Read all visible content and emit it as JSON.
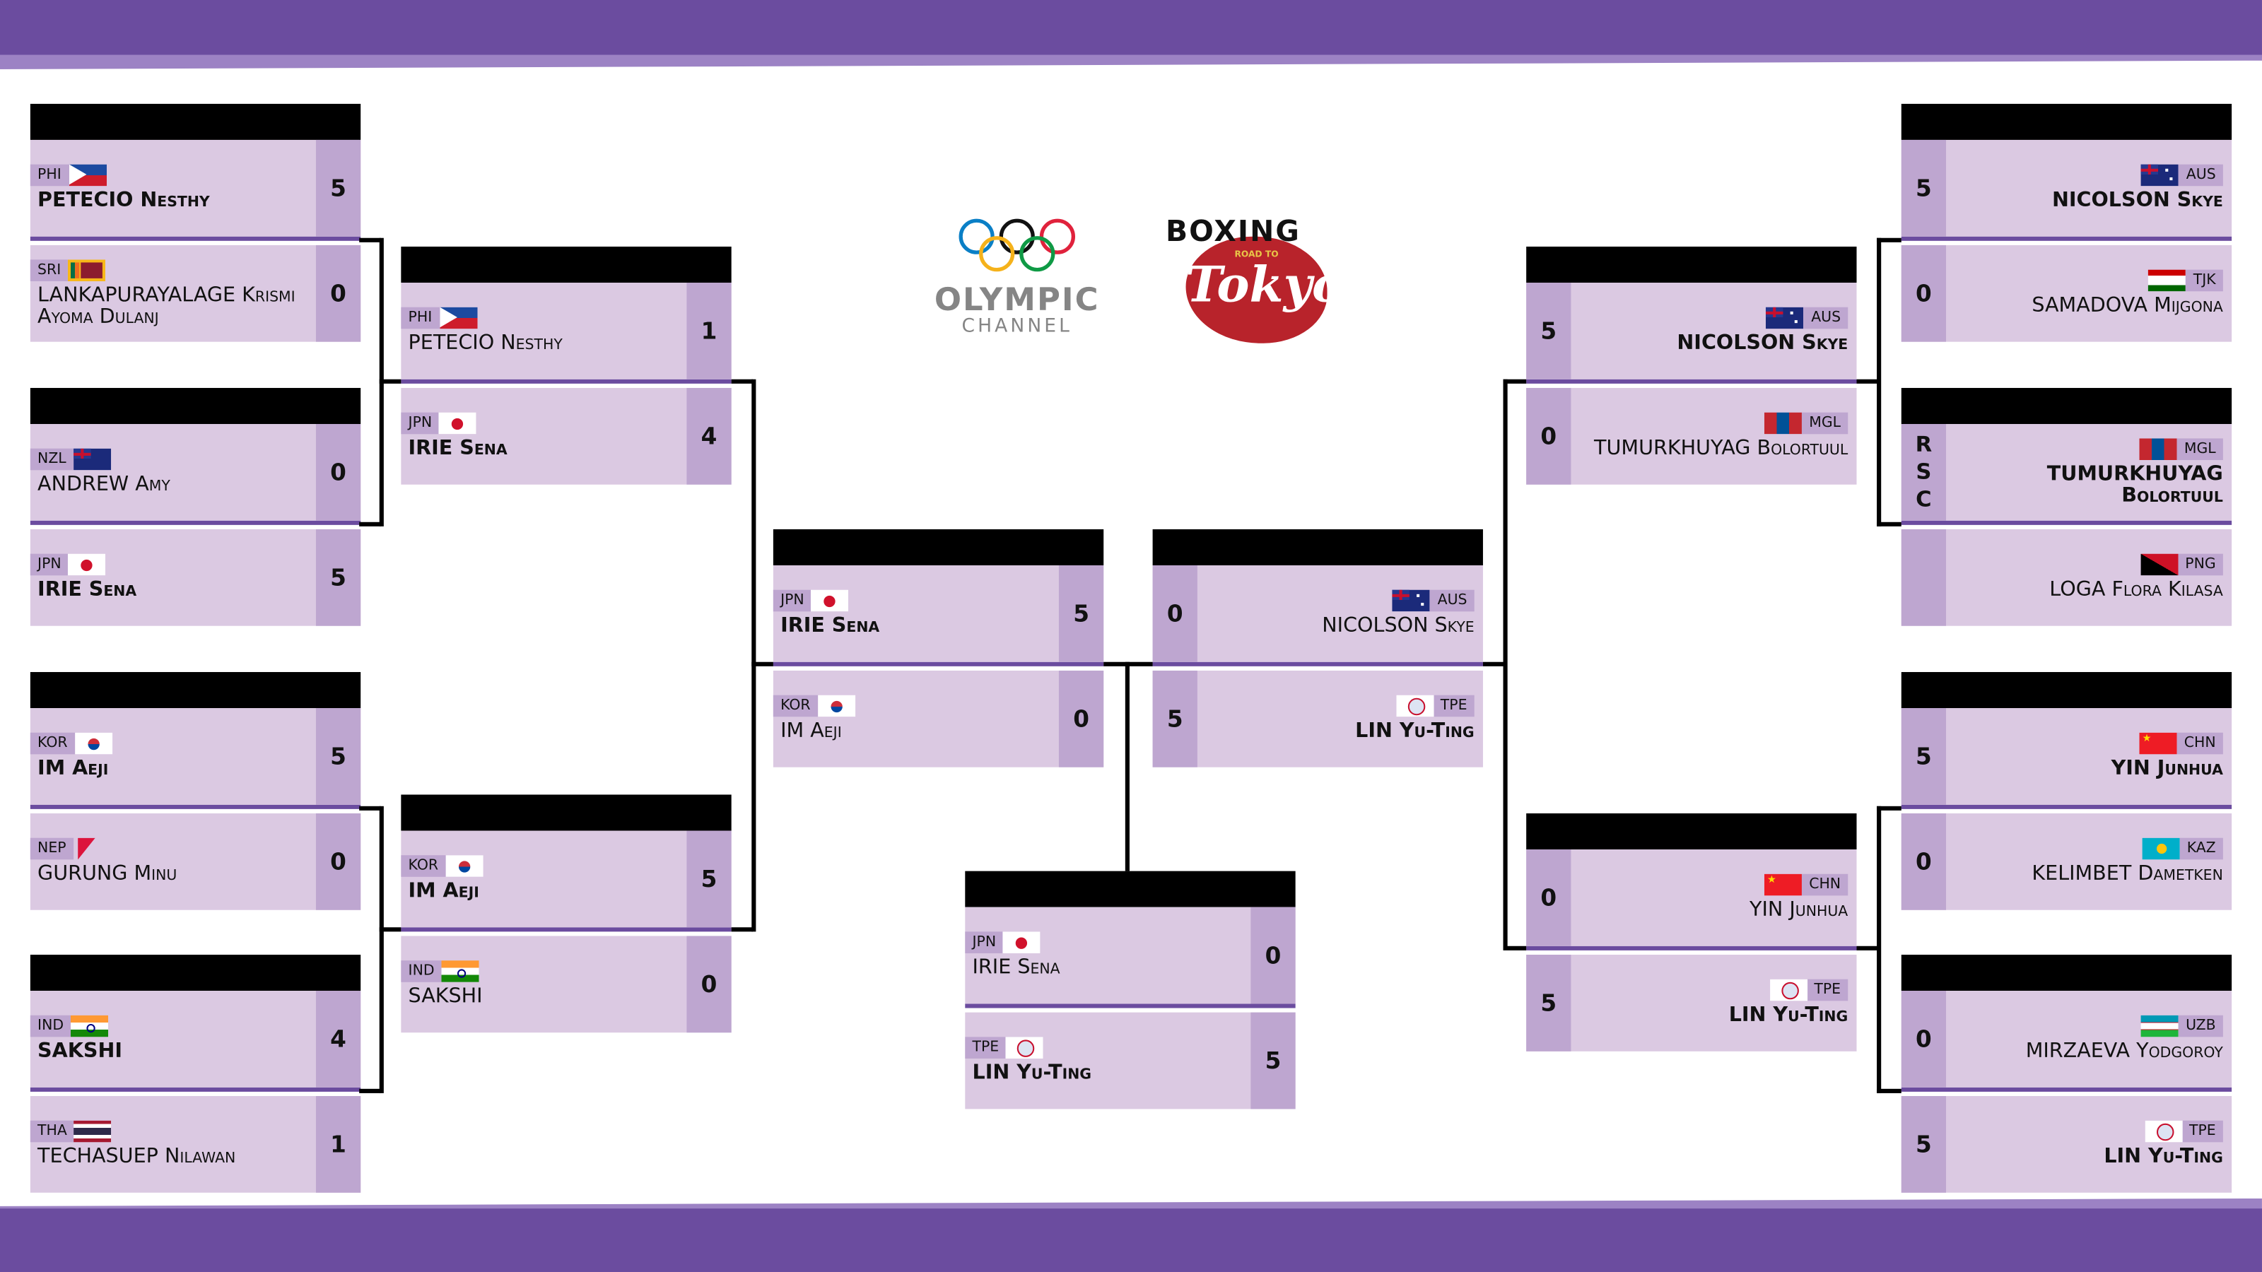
{
  "logos": {
    "olympic_channel": [
      "OLYMPIC",
      "CHANNEL"
    ],
    "boxing": [
      "BOXING",
      "ROAD TO",
      "Tokyo"
    ]
  },
  "colors": {
    "band": "#6b4c9f",
    "row": "#dbc9e2",
    "score": "#bea6d0",
    "divider": "#6b4c9f"
  },
  "matches": [
    {
      "round": "r1-left-1",
      "players": [
        {
          "code": "PHI",
          "name": "PETECIO Nesthy",
          "score": "5",
          "win": true
        },
        {
          "code": "SRI",
          "name": "LANKAPURAYALAGE Krismi Ayoma Dulanj",
          "score": "0",
          "win": false
        }
      ]
    },
    {
      "round": "r1-left-2",
      "players": [
        {
          "code": "NZL",
          "name": "ANDREW Amy",
          "score": "0",
          "win": false
        },
        {
          "code": "JPN",
          "name": "IRIE Sena",
          "score": "5",
          "win": true
        }
      ]
    },
    {
      "round": "r1-left-3",
      "players": [
        {
          "code": "KOR",
          "name": "IM Aeji",
          "score": "5",
          "win": true
        },
        {
          "code": "NEP",
          "name": "GURUNG Minu",
          "score": "0",
          "win": false
        }
      ]
    },
    {
      "round": "r1-left-4",
      "players": [
        {
          "code": "IND",
          "name": "SAKSHI",
          "score": "4",
          "win": true
        },
        {
          "code": "THA",
          "name": "TECHASUEP Nilawan",
          "score": "1",
          "win": false
        }
      ]
    },
    {
      "round": "qf-left-1",
      "players": [
        {
          "code": "PHI",
          "name": "PETECIO Nesthy",
          "score": "1",
          "win": false
        },
        {
          "code": "JPN",
          "name": "IRIE Sena",
          "score": "4",
          "win": true
        }
      ]
    },
    {
      "round": "qf-left-2",
      "players": [
        {
          "code": "KOR",
          "name": "IM Aeji",
          "score": "5",
          "win": true
        },
        {
          "code": "IND",
          "name": "SAKSHI",
          "score": "0",
          "win": false
        }
      ]
    },
    {
      "round": "sf-left",
      "players": [
        {
          "code": "JPN",
          "name": "IRIE Sena",
          "score": "5",
          "win": true
        },
        {
          "code": "KOR",
          "name": "IM Aeji",
          "score": "0",
          "win": false
        }
      ]
    },
    {
      "round": "final",
      "players": [
        {
          "code": "JPN",
          "name": "IRIE Sena",
          "score": "0",
          "win": false
        },
        {
          "code": "TPE",
          "name": "LIN Yu-Ting",
          "score": "5",
          "win": true
        }
      ]
    },
    {
      "round": "sf-right",
      "players": [
        {
          "code": "AUS",
          "name": "NICOLSON Skye",
          "score": "0",
          "win": false
        },
        {
          "code": "TPE",
          "name": "LIN Yu-Ting",
          "score": "5",
          "win": true
        }
      ]
    },
    {
      "round": "qf-right-1",
      "players": [
        {
          "code": "AUS",
          "name": "NICOLSON Skye",
          "score": "5",
          "win": true
        },
        {
          "code": "MGL",
          "name": "TUMURKHUYAG Bolortuul",
          "score": "0",
          "win": false
        }
      ]
    },
    {
      "round": "qf-right-2",
      "players": [
        {
          "code": "CHN",
          "name": "YIN Junhua",
          "score": "0",
          "win": false
        },
        {
          "code": "TPE",
          "name": "LIN Yu-Ting",
          "score": "5",
          "win": true
        }
      ]
    },
    {
      "round": "r1-right-1",
      "players": [
        {
          "code": "AUS",
          "name": "NICOLSON Skye",
          "score": "5",
          "win": true
        },
        {
          "code": "TJK",
          "name": "SAMADOVA Mijgona",
          "score": "0",
          "win": false
        }
      ]
    },
    {
      "round": "r1-right-2",
      "players": [
        {
          "code": "MGL",
          "name": "TUMURKHUYAG Bolortuul",
          "score": "RSC",
          "win": true
        },
        {
          "code": "PNG",
          "name": "LOGA Flora Kilasa",
          "score": "",
          "win": false
        }
      ]
    },
    {
      "round": "r1-right-3",
      "players": [
        {
          "code": "CHN",
          "name": "YIN Junhua",
          "score": "5",
          "win": true
        },
        {
          "code": "KAZ",
          "name": "KELIMBET Dametken",
          "score": "0",
          "win": false
        }
      ]
    },
    {
      "round": "r1-right-4",
      "players": [
        {
          "code": "UZB",
          "name": "MIRZAEVA Yodgoroy",
          "score": "0",
          "win": false
        },
        {
          "code": "TPE",
          "name": "LIN Yu-Ting",
          "score": "5",
          "win": true
        }
      ]
    }
  ]
}
